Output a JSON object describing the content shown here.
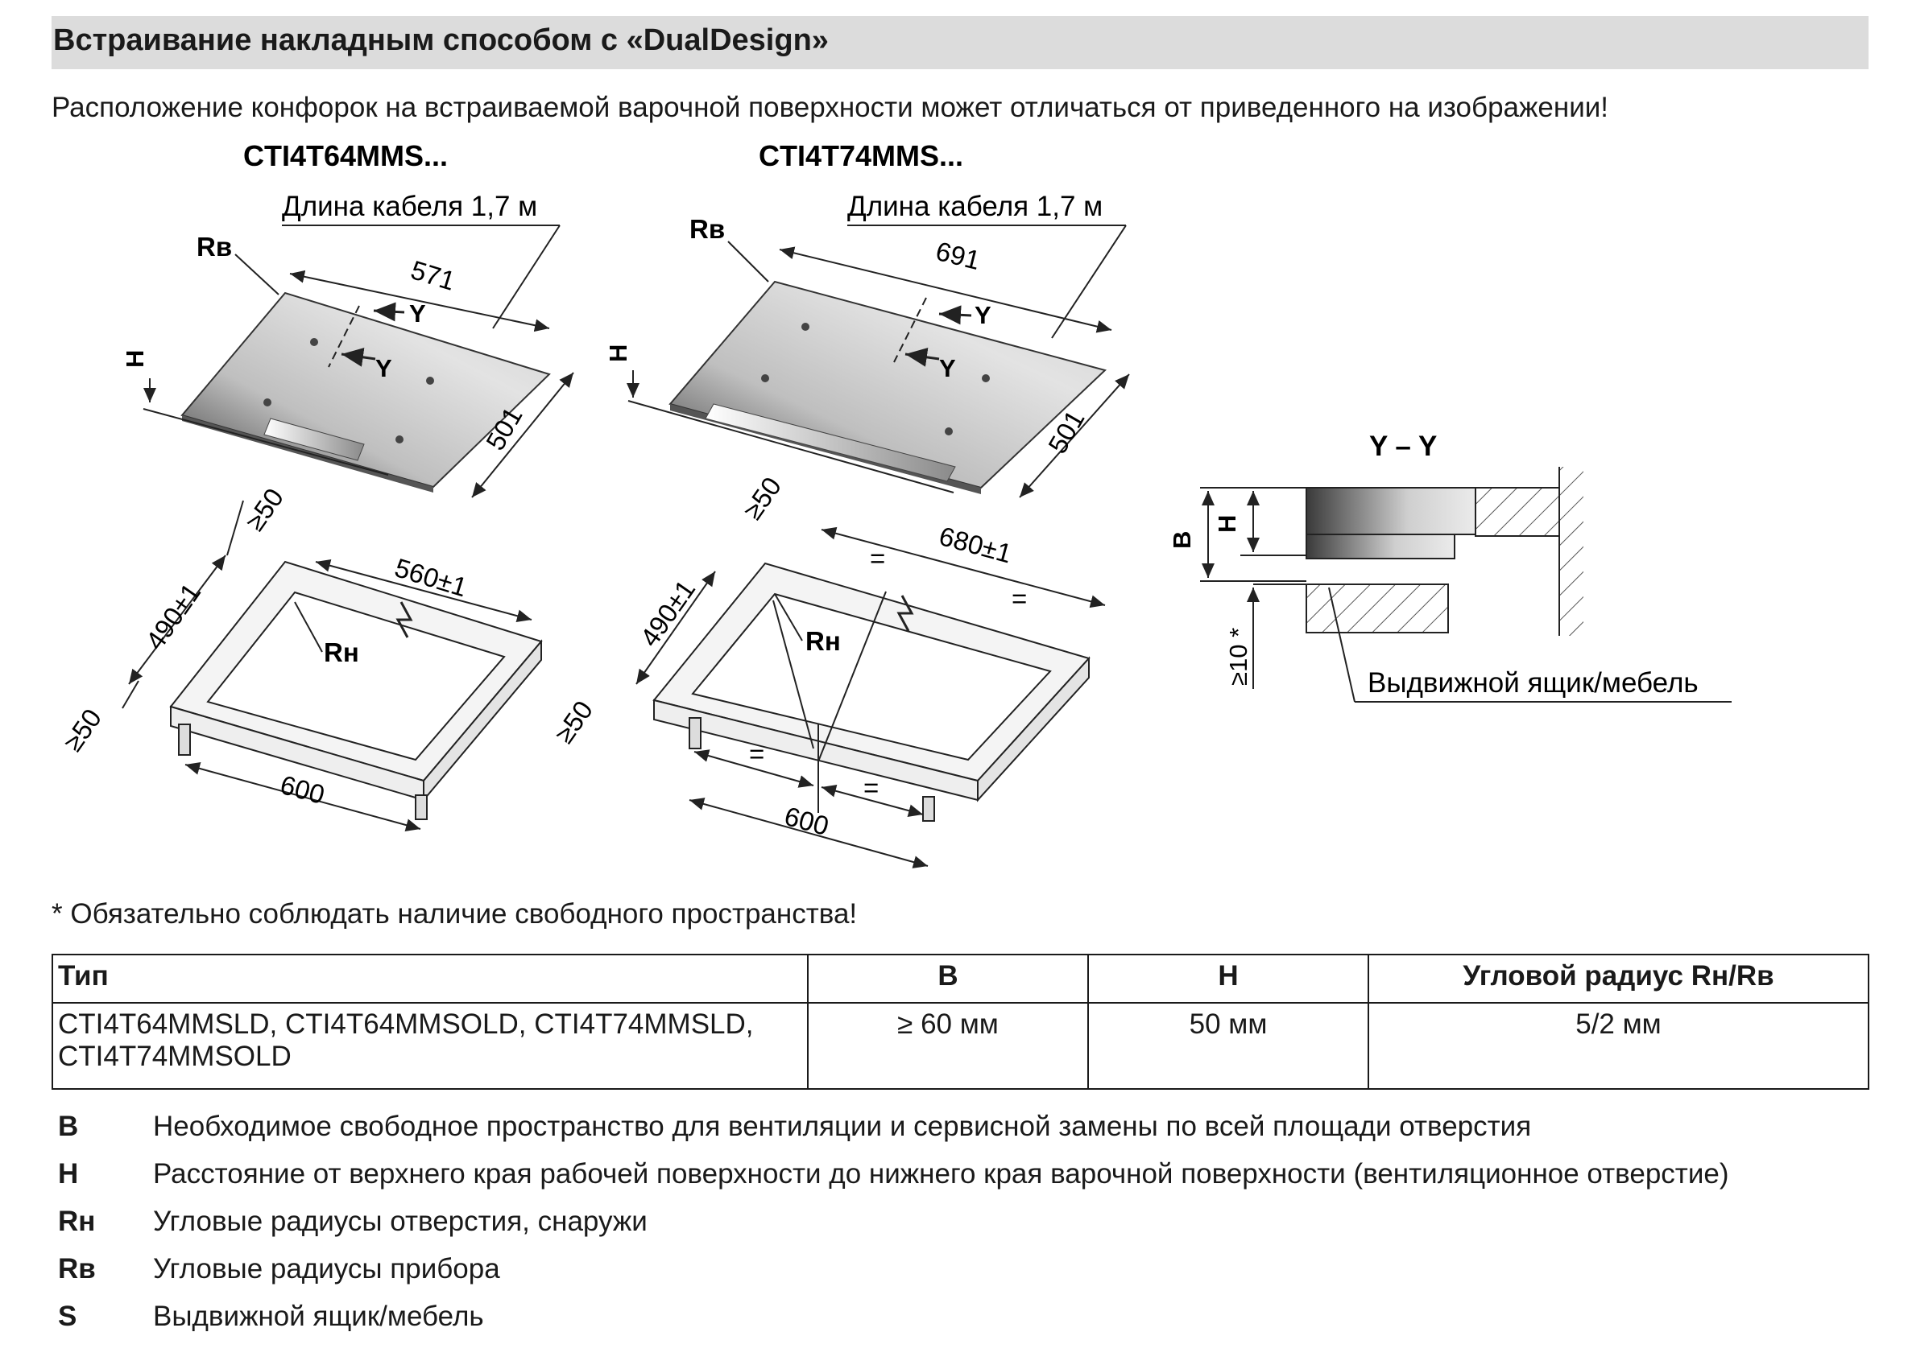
{
  "header": {
    "title": "Встраивание накладным способом с «DualDesign»"
  },
  "subtitle": "Расположение конфорок на встраиваемой варочной поверхности может отличаться от приведенного на изображении!",
  "diagram": {
    "left": {
      "model": "CTI4T64MMS...",
      "cable": "Длина кабеля 1,7 м",
      "rb": "Rв",
      "h": "H",
      "width": "571",
      "depth": "501",
      "y1": "Y",
      "y2": "Y",
      "cut_front": "≥50",
      "cut_side": "≥50",
      "cut_depth": "490±1",
      "cut_width": "560±1",
      "rn": "Rн",
      "cabinet": "600"
    },
    "right": {
      "model": "CTI4T74MMS...",
      "cable": "Длина кабеля 1,7 м",
      "rb": "Rв",
      "h": "H",
      "width": "691",
      "depth": "501",
      "y1": "Y",
      "y2": "Y",
      "cut_front": "≥50",
      "cut_side": "≥50",
      "cut_depth": "490±1",
      "cut_width": "680±1",
      "rn": "Rн",
      "eq": "=",
      "cabinet": "600"
    },
    "section": {
      "title": "Y – Y",
      "b": "B",
      "h": "H",
      "min": "≥10 *",
      "drawer": "Выдвижной ящик/мебель"
    }
  },
  "note": "* Обязательно соблюдать наличие свободного пространства!",
  "table": {
    "headers": [
      "Тип",
      "B",
      "H",
      "Угловой радиус Rн/Rв"
    ],
    "row": {
      "type_line1": "CTI4T64MMSLD, CTI4T64MMSOLD, CTI4T74MMSLD,",
      "type_line2": "CTI4T74MMSOLD",
      "b": "≥ 60 мм",
      "h": "50 мм",
      "radius": "5/2 мм"
    }
  },
  "legend": [
    {
      "key": "B",
      "text": "Необходимое свободное пространство для вентиляции и сервисной замены по всей площади отверстия"
    },
    {
      "key": "H",
      "text": "Расстояние от верхнего края рабочей поверхности до нижнего края варочной поверхности (вентиляционное отверстие)"
    },
    {
      "key": "Rн",
      "text": "Угловые радиусы отверстия, снаружи"
    },
    {
      "key": "Rв",
      "text": "Угловые радиусы прибора"
    },
    {
      "key": "S",
      "text": "Выдвижной ящик/мебель"
    }
  ]
}
